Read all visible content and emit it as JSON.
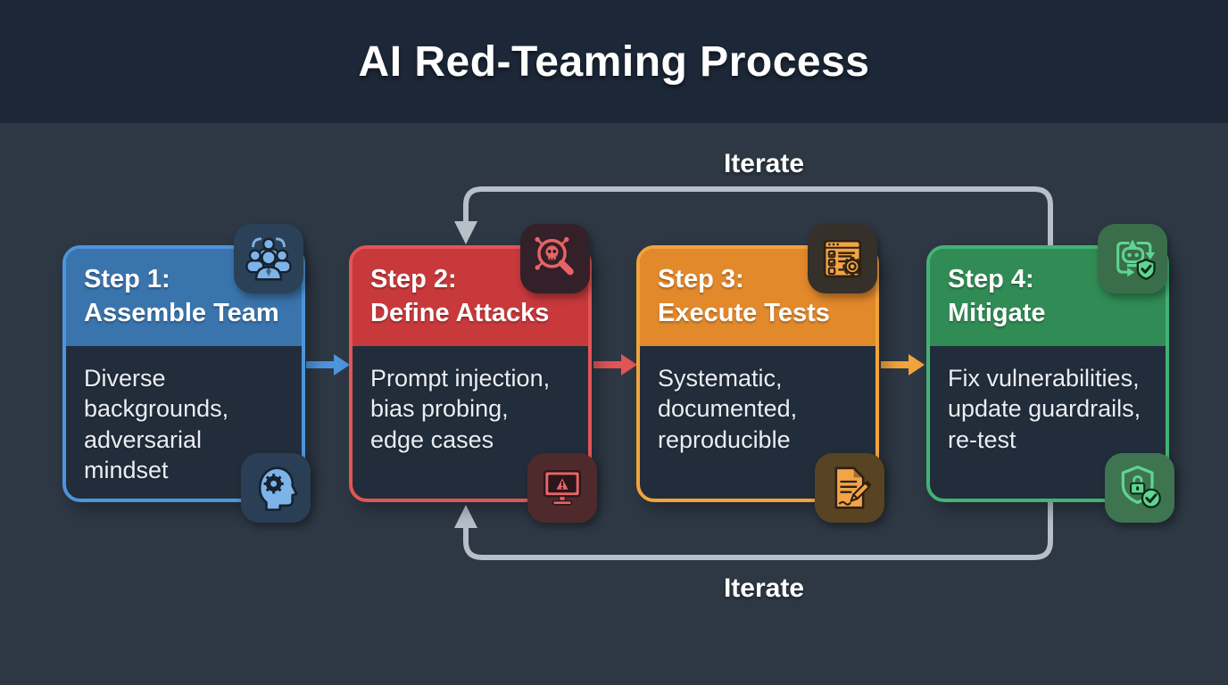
{
  "title": "AI Red-Teaming Process",
  "loops": {
    "top_label": "Iterate",
    "bottom_label": "Iterate"
  },
  "colors": {
    "background": "#2d3844",
    "header_band": "#1c2737",
    "card_body": "#222d3b",
    "loop": "#b7bfc9",
    "text": "#ffffff"
  },
  "steps": [
    {
      "header": "Step 1:\nAssemble Team",
      "body": "Diverse\nbackgrounds,\nadversarial\nmindset",
      "top_icon": "team-icon",
      "bottom_icon": "head-gear-icon",
      "colors": {
        "accent": "#3a74ad",
        "border": "#4e94dc",
        "icon": "#7db3e8",
        "ink": "#16222f",
        "tile_top": "#2b4157",
        "tile_bottom": "#2a3e55"
      }
    },
    {
      "header": "Step 2:\nDefine Attacks",
      "body": "Prompt injection,\nbias probing,\nedge cases",
      "top_icon": "threat-scan-icon",
      "bottom_icon": "monitor-warning-icon",
      "colors": {
        "accent": "#c8393c",
        "border": "#e25555",
        "icon": "#e86366",
        "ink": "#2a161b",
        "tile_top": "#332029",
        "tile_bottom": "#4f2a2d"
      }
    },
    {
      "header": "Step 3:\nExecute Tests",
      "body": "Systematic,\ndocumented,\nreproducible",
      "top_icon": "checklist-gear-icon",
      "bottom_icon": "document-pencil-icon",
      "colors": {
        "accent": "#e2892b",
        "border": "#f2a33c",
        "icon": "#f3a447",
        "ink": "#2d2113",
        "tile_top": "#36302a",
        "tile_bottom": "#584323"
      }
    },
    {
      "header": "Step 4:\nMitigate",
      "body": "Fix vulnerabilities,\nupdate guardrails,\nre-test",
      "top_icon": "robot-shield-icon",
      "bottom_icon": "shield-lock-icon",
      "colors": {
        "accent": "#318b55",
        "border": "#43b375",
        "icon": "#5fd591",
        "ink": "#0f2a1a",
        "tile_top": "#3a6e4b",
        "tile_bottom": "#3e7450"
      }
    }
  ]
}
